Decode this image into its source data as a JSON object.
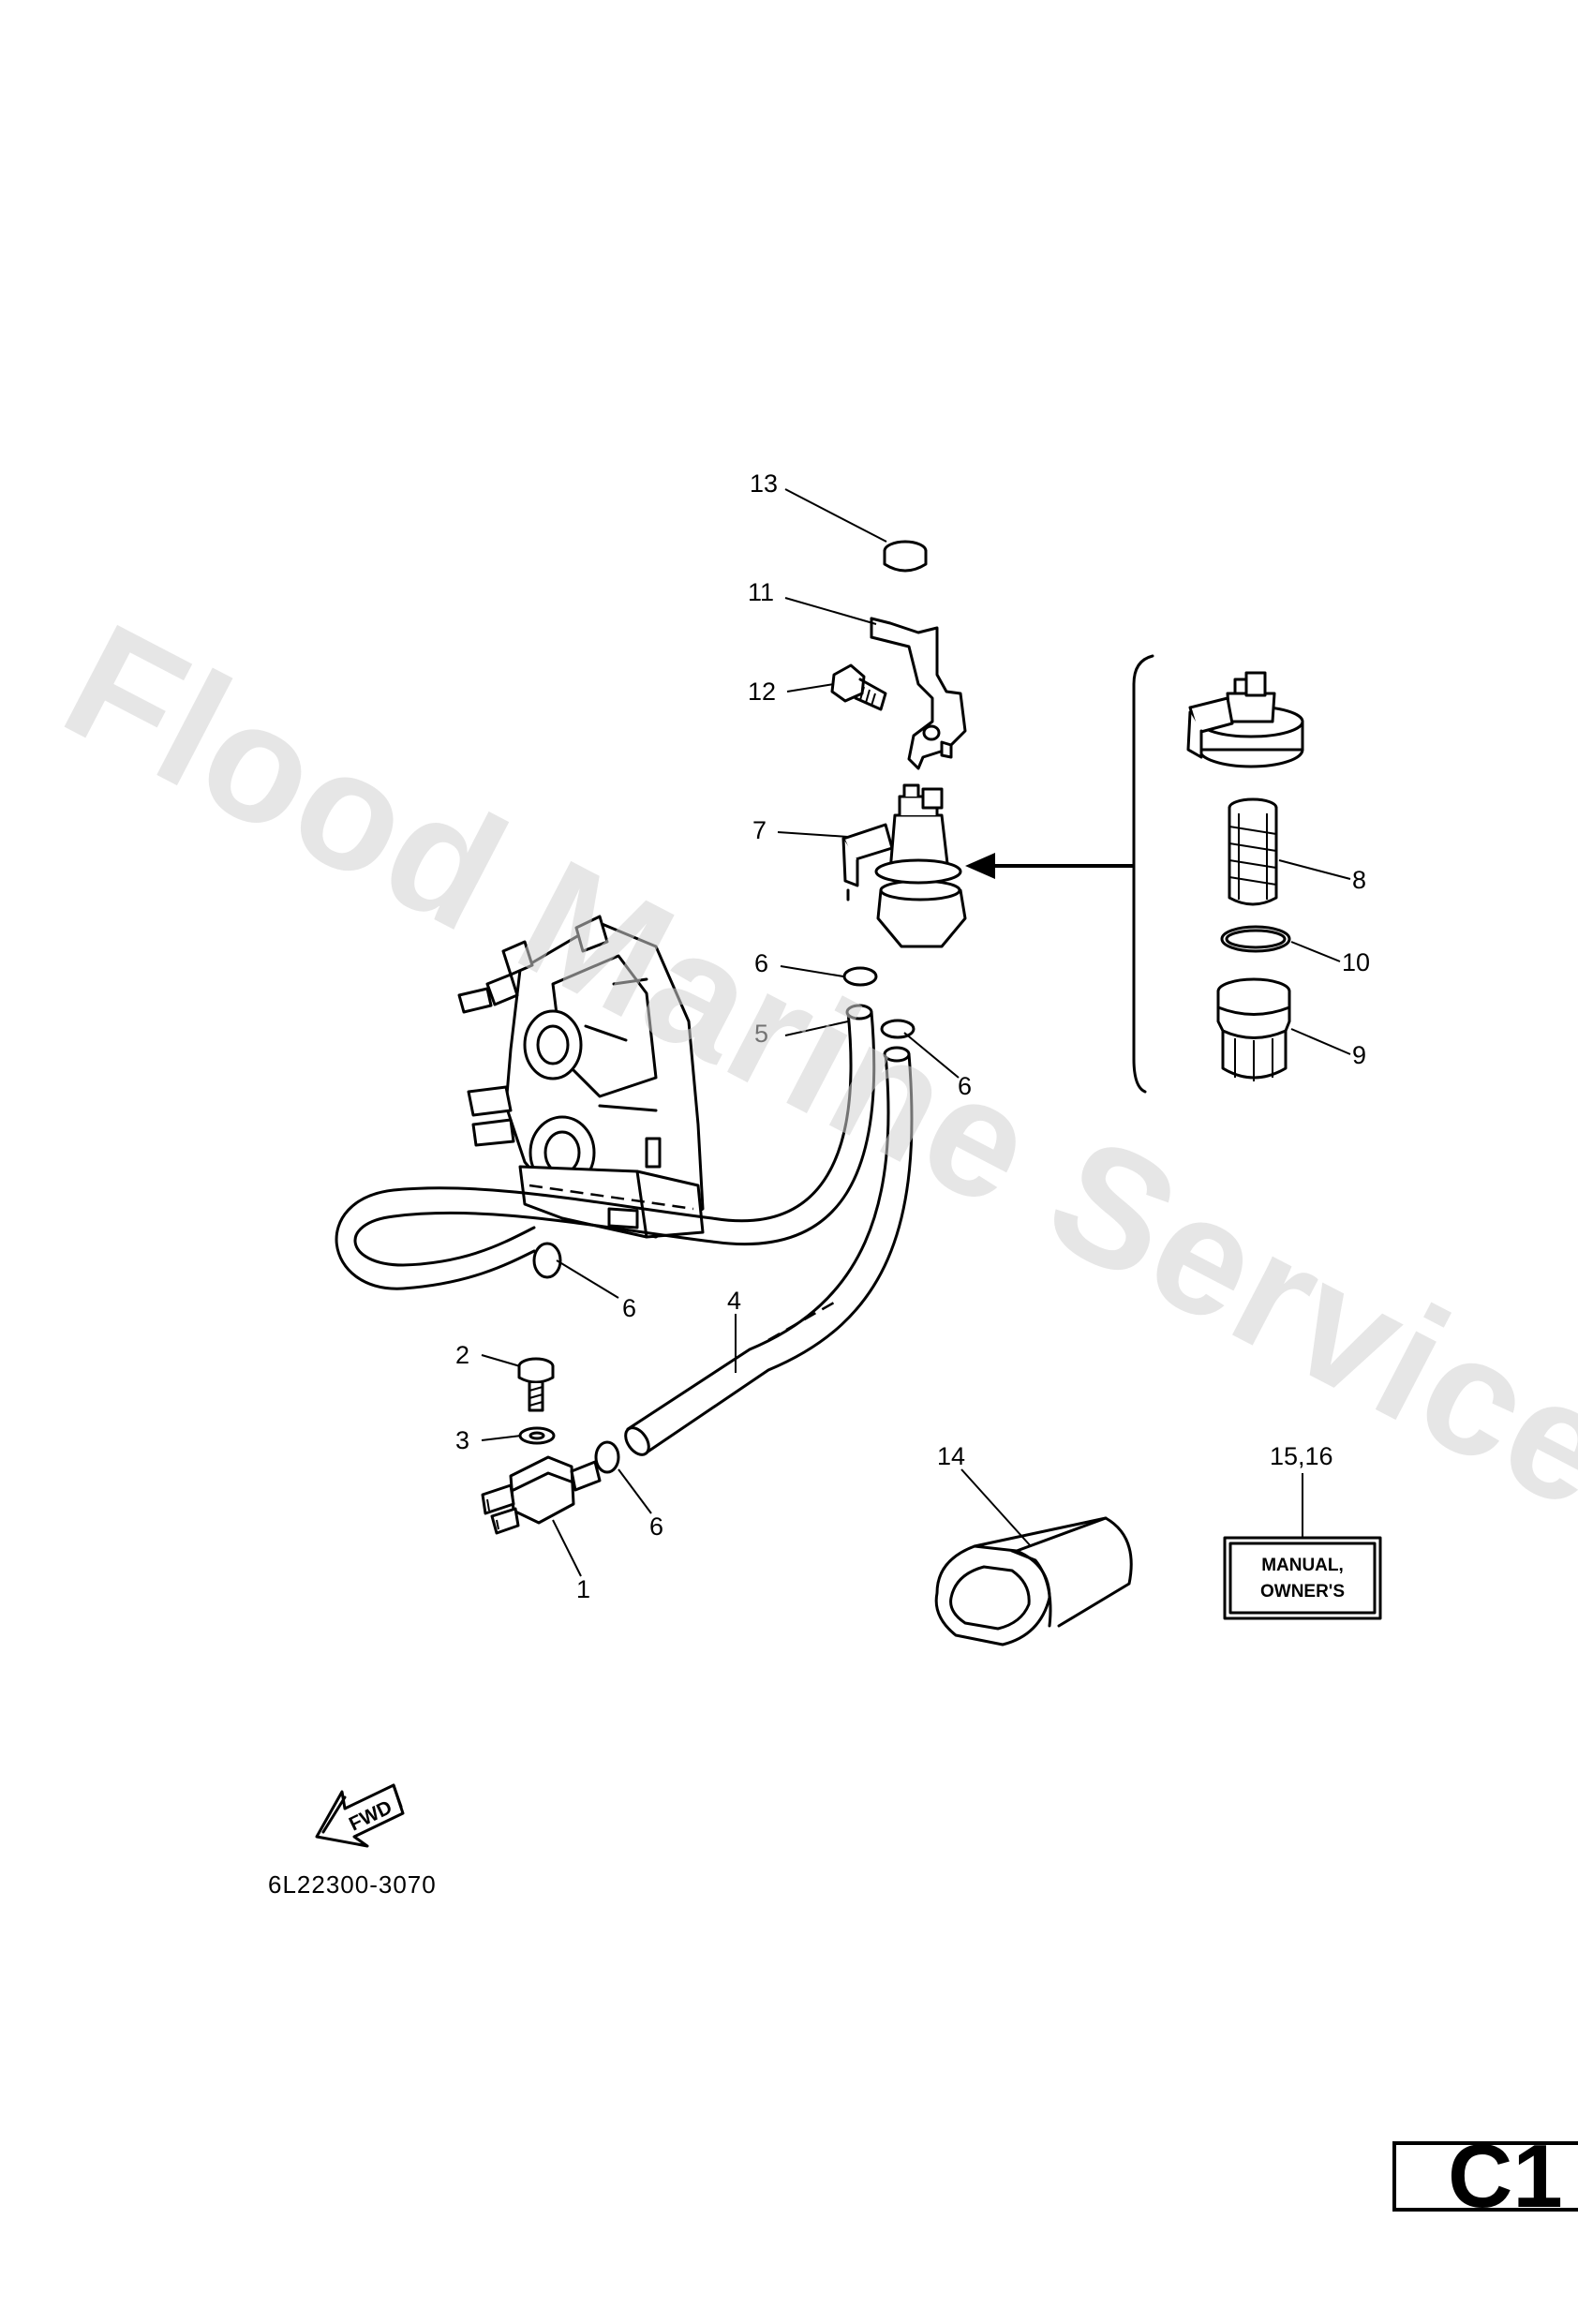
{
  "watermark": "Flood Marine Services",
  "part_number": "6L22300-3070",
  "section_code": "C1",
  "fwd_label": "FWD",
  "manual_plate": {
    "line1": "MANUAL,",
    "line2": "OWNER'S"
  },
  "callouts": {
    "c1": "1",
    "c2": "2",
    "c3": "3",
    "c4": "4",
    "c5": "5",
    "c6a": "6",
    "c6b": "6",
    "c6c": "6",
    "c6d": "6",
    "c7": "7",
    "c8": "8",
    "c9": "9",
    "c10": "10",
    "c11": "11",
    "c12": "12",
    "c13": "13",
    "c14": "14",
    "c15_16": "15,16"
  },
  "colors": {
    "line": "#000000",
    "background": "#ffffff",
    "watermark": "#d2d2d2"
  }
}
